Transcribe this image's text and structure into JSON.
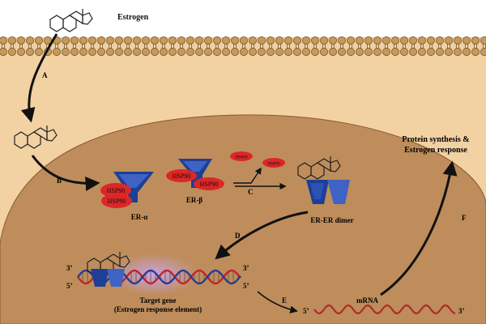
{
  "molecule_label": "Estrogen",
  "steps": {
    "a": "A",
    "b": "B",
    "c": "C",
    "d": "D",
    "e": "E",
    "f": "F"
  },
  "receptors": {
    "alpha_label": "ER-α",
    "beta_label": "ER-β",
    "hsp": "HSP90",
    "dimer_label": "ER-ER dimer"
  },
  "dna": {
    "left_top": "3’",
    "left_bottom": "5’",
    "right_top": "3’",
    "right_bottom": "5’",
    "caption_line1": "Target gene",
    "caption_line2": "(Estrogen response element)"
  },
  "mrna": {
    "label": "mRNA",
    "five_prime": "5’",
    "three_prime": "3’"
  },
  "response": {
    "line1": "Protein synthesis &",
    "line2": "Estrogen response"
  },
  "colors": {
    "cytoplasm": "#f2d1a2",
    "nucleus": "#be8d5b",
    "membrane_head": "#c99858",
    "receptor": "#1d3f96",
    "receptor_light": "#3e63c4",
    "hsp": "#dd2626",
    "dna_red": "#c4232b",
    "dna_blue": "#2b3c8e",
    "mrna": "#b22a2a"
  }
}
